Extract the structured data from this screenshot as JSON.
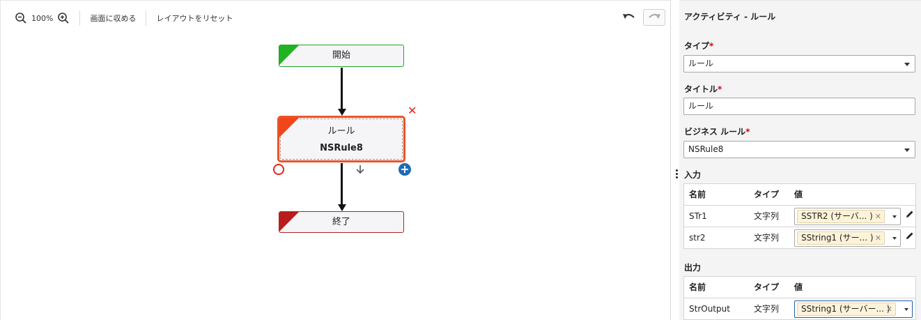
{
  "toolbar": {
    "zoom_level": "100%",
    "fit_label": "画面に収める",
    "reset_layout_label": "レイアウトをリセット"
  },
  "flow": {
    "start_label": "開始",
    "rule_title": "ルール",
    "rule_name": "NSRule8",
    "end_label": "終了"
  },
  "panel": {
    "title": "アクティビティ - ルール",
    "type_label": "タイプ",
    "type_value": "ルール",
    "title_label": "タイトル",
    "title_value": "ルール",
    "business_rule_label": "ビジネス ルール",
    "business_rule_value": "NSRule8",
    "required_mark": "*",
    "input_section": "入力",
    "output_section": "出力",
    "columns": {
      "name": "名前",
      "type": "タイプ",
      "value": "値"
    },
    "inputs": [
      {
        "name": "STr1",
        "type": "文字列",
        "value": "SSTR2 (サーバ...  )"
      },
      {
        "name": "str2",
        "type": "文字列",
        "value": "SString1 (サー...  )"
      }
    ],
    "outputs": [
      {
        "name": "StrOutput",
        "type": "文字列",
        "value": "SString1 (サーバー... )"
      }
    ]
  },
  "colors": {
    "start_green": "#22b322",
    "rule_orange": "#f0461a",
    "end_red": "#b81c1c",
    "add_blue": "#1e6ab8",
    "delete_red": "#e1251b"
  }
}
